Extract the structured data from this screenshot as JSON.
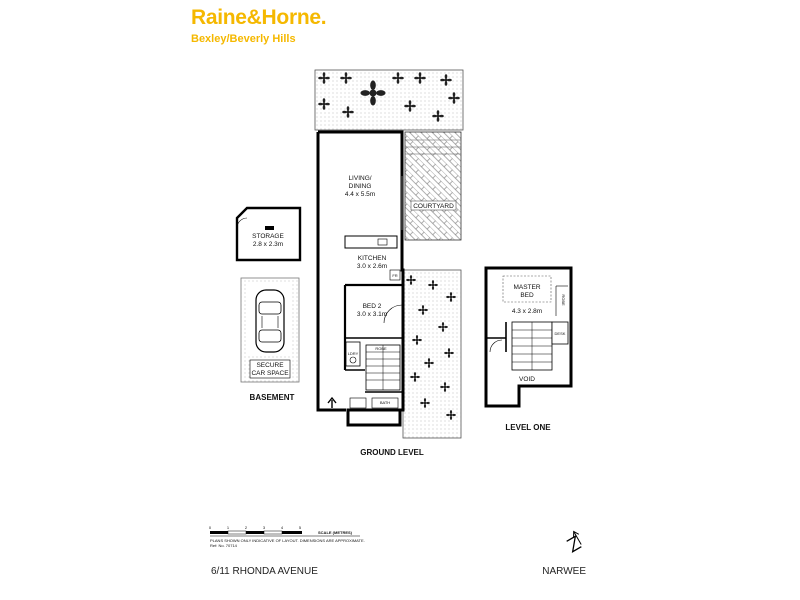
{
  "brand": {
    "name": "Raine&Horne.",
    "office": "Bexley/Beverly Hills",
    "color": "#f5b800"
  },
  "rooms": {
    "living": {
      "name_line1": "LIVING/",
      "name_line2": "DINING",
      "size": "4.4 x 5.5m"
    },
    "kitchen": {
      "name": "KITCHEN",
      "size": "3.0 x 2.6m"
    },
    "bed2": {
      "name": "BED 2",
      "size": "3.0 x 3.1m"
    },
    "courtyard": "COURTYARD",
    "storage": {
      "name": "STORAGE",
      "size": "2.8 x 2.3m"
    },
    "car_space": {
      "line1": "SECURE",
      "line2": "CAR SPACE"
    },
    "master": {
      "name_line1": "MASTER",
      "name_line2": "BED",
      "size": "4.3 x 2.8m"
    },
    "void": "VOID",
    "robe": "ROBE",
    "robe2": "ROBE",
    "ldry": "LDRY",
    "bath": "BATH",
    "fridge": "FR",
    "desk": "DESK"
  },
  "levels": {
    "basement": "BASEMENT",
    "ground": "GROUND LEVEL",
    "level_one": "LEVEL ONE"
  },
  "scale": {
    "ticks": [
      "0",
      "1",
      "2",
      "3",
      "4",
      "5"
    ],
    "label": "SCALE (METRES)",
    "disclaimer": "PLANS SHOWN ONLY INDICATIVE OF LAYOUT. DIMENSIONS ARE APPROXIMATE.",
    "ref": "Ref: No. 70714"
  },
  "address": "6/11 RHONDA AVENUE",
  "suburb": "NARWEE"
}
